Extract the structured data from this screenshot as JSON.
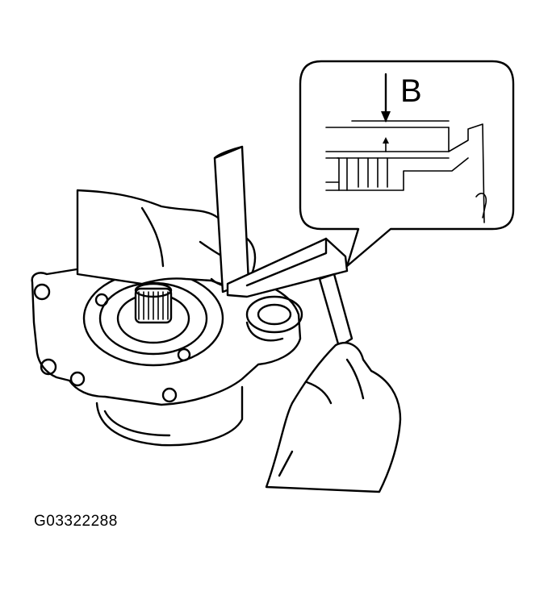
{
  "figure": {
    "detail_label": "B",
    "figure_id": "G03322288"
  },
  "icons": [
    "transfer-case-drawing",
    "straight-edge-icon",
    "feeler-gauge-icon",
    "detail-callout"
  ],
  "colors": {
    "ink": "#000000",
    "paper": "#ffffff"
  }
}
